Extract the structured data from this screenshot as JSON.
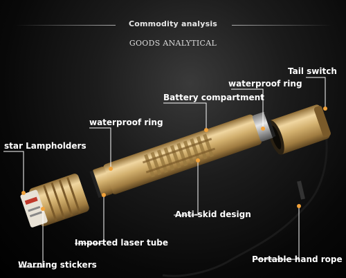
{
  "header": {
    "title": "Commodity analysis",
    "subtitle": "GOODS ANALYTICAL"
  },
  "labels": {
    "tail_switch": "Tail switch",
    "waterproof_ring_right": "waterproof ring",
    "battery_compartment": "Battery compartment",
    "waterproof_ring_left": "waterproof ring",
    "star_lampholders": "star Lampholders",
    "anti_skid_design": "Anti-skid design",
    "imported_laser_tube": "Imported laser tube",
    "warning_stickers": "Warning stickers",
    "portable_hand_rope": "Portable hand rope"
  },
  "colors": {
    "gold_light": "#f0d6a0",
    "gold_mid": "#d2b06e",
    "gold_dark": "#8e6c35",
    "marker": "#f2a23a",
    "text": "#ffffff"
  }
}
